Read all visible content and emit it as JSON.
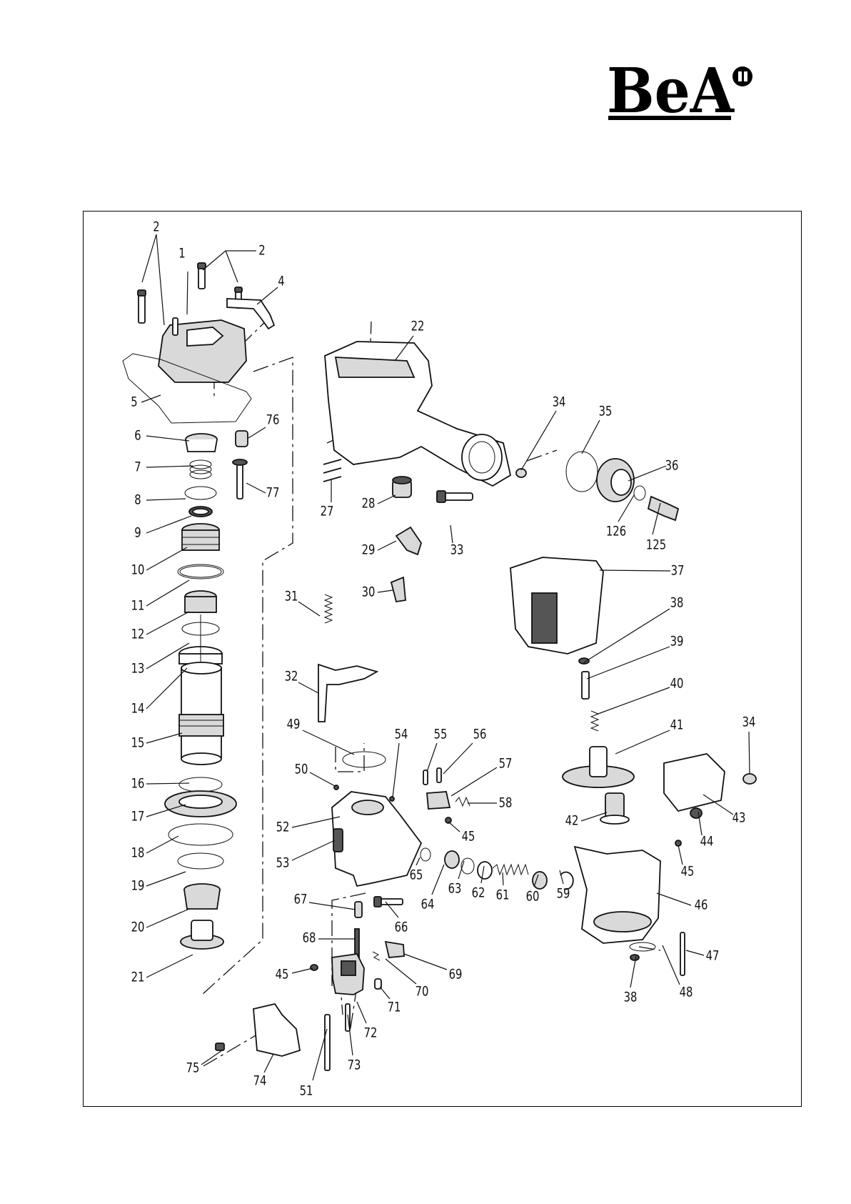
{
  "logo": {
    "text": "BeA"
  },
  "callouts": [
    {
      "label": "1"
    },
    {
      "label": "2"
    },
    {
      "label": "2"
    },
    {
      "label": "4"
    },
    {
      "label": "5"
    },
    {
      "label": "6"
    },
    {
      "label": "7"
    },
    {
      "label": "8"
    },
    {
      "label": "9"
    },
    {
      "label": "10"
    },
    {
      "label": "11"
    },
    {
      "label": "12"
    },
    {
      "label": "13"
    },
    {
      "label": "14"
    },
    {
      "label": "15"
    },
    {
      "label": "16"
    },
    {
      "label": "17"
    },
    {
      "label": "18"
    },
    {
      "label": "19"
    },
    {
      "label": "20"
    },
    {
      "label": "21"
    },
    {
      "label": "22"
    },
    {
      "label": "27"
    },
    {
      "label": "28"
    },
    {
      "label": "29"
    },
    {
      "label": "30"
    },
    {
      "label": "31"
    },
    {
      "label": "32"
    },
    {
      "label": "33"
    },
    {
      "label": "34"
    },
    {
      "label": "34"
    },
    {
      "label": "35"
    },
    {
      "label": "36"
    },
    {
      "label": "37"
    },
    {
      "label": "38"
    },
    {
      "label": "38"
    },
    {
      "label": "39"
    },
    {
      "label": "40"
    },
    {
      "label": "41"
    },
    {
      "label": "42"
    },
    {
      "label": "43"
    },
    {
      "label": "44"
    },
    {
      "label": "45"
    },
    {
      "label": "45"
    },
    {
      "label": "45"
    },
    {
      "label": "46"
    },
    {
      "label": "47"
    },
    {
      "label": "48"
    },
    {
      "label": "49"
    },
    {
      "label": "50"
    },
    {
      "label": "51"
    },
    {
      "label": "52"
    },
    {
      "label": "53"
    },
    {
      "label": "54"
    },
    {
      "label": "55"
    },
    {
      "label": "56"
    },
    {
      "label": "57"
    },
    {
      "label": "58"
    },
    {
      "label": "59"
    },
    {
      "label": "60"
    },
    {
      "label": "61"
    },
    {
      "label": "62"
    },
    {
      "label": "63"
    },
    {
      "label": "64"
    },
    {
      "label": "65"
    },
    {
      "label": "66"
    },
    {
      "label": "67"
    },
    {
      "label": "68"
    },
    {
      "label": "69"
    },
    {
      "label": "70"
    },
    {
      "label": "71"
    },
    {
      "label": "72"
    },
    {
      "label": "73"
    },
    {
      "label": "74"
    },
    {
      "label": "75"
    },
    {
      "label": "76"
    },
    {
      "label": "77"
    },
    {
      "label": "125"
    },
    {
      "label": "126"
    }
  ]
}
